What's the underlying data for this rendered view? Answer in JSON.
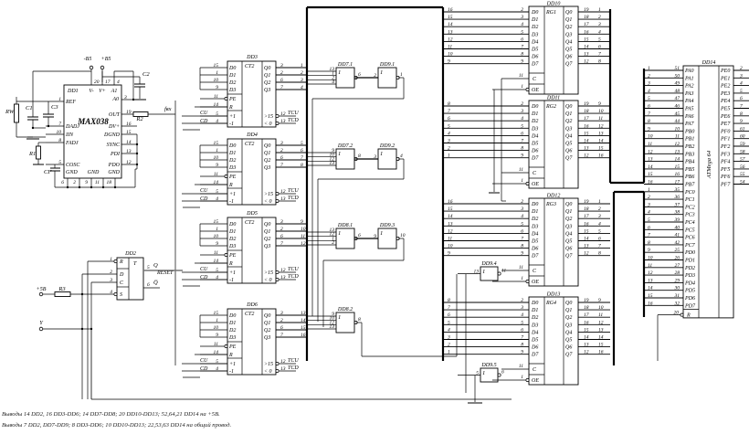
{
  "notes": [
    "Выводы 14 DD2, 16 DD3-DD6; 14 DD7-DD8; 20 DD10-DD13; 52,64,21 DD14 на +5В.",
    "Выводы 7 DD2, DD7-DD9; 8 DD3-DD6; 10 DD10-DD13; 22,53,63 DD14 на общий провод."
  ],
  "generator": {
    "name": "MAX038",
    "ref": "DD1",
    "top_pins": [
      {
        "l": "V-",
        "n": "20"
      },
      {
        "l": "V+",
        "n": "17"
      },
      {
        "l": "A1",
        "n": "4"
      }
    ],
    "a0": {
      "l": "A0",
      "n": "3"
    },
    "left_pins": [
      {
        "l": "REF",
        "n": "1"
      },
      {
        "l": "DADJ",
        "n": "7"
      },
      {
        "l": "IIN",
        "n": "10"
      },
      {
        "l": "FADJ",
        "n": "8"
      },
      {
        "l": "COSC",
        "n": "5"
      }
    ],
    "right_pins": [
      {
        "l": "OUT",
        "n": "19"
      },
      {
        "l": "DV+",
        "n": "16"
      },
      {
        "l": "DGND",
        "n": "15"
      },
      {
        "l": "SYNC",
        "n": "14"
      },
      {
        "l": "PDI",
        "n": "13"
      },
      {
        "l": "PDO",
        "n": "12"
      }
    ],
    "gnd_labels": [
      "GND",
      "GND",
      "GND"
    ],
    "gnd_pins": [
      "6",
      "2",
      "9",
      "11",
      "18"
    ],
    "supply": [
      "-В5",
      "+В5"
    ],
    "components": {
      "rw": "RW",
      "c1": "C1",
      "c3": "C3",
      "r1": "R1",
      "cf": "CF",
      "r2": "R2",
      "c2": "C2",
      "fin": "fвх"
    }
  },
  "trigger": {
    "ref": "DD2",
    "type": "T",
    "left": [
      {
        "l": "R",
        "n": "1"
      },
      {
        "l": "D",
        "n": "2"
      },
      {
        "l": "C",
        "n": "3"
      },
      {
        "l": "S",
        "n": "4"
      }
    ],
    "q": {
      "l": "Q",
      "n": "5"
    },
    "nq": {
      "l": "Q̅",
      "n": "6"
    },
    "reset": "RESET",
    "supply": "+5В",
    "r3": "R3",
    "y_input": "Y"
  },
  "counter_pins": {
    "left": [
      {
        "l": "D0",
        "n": "15"
      },
      {
        "l": "D1",
        "n": "1"
      },
      {
        "l": "D2",
        "n": "10"
      },
      {
        "l": "D3",
        "n": "9"
      },
      {
        "l": "PE",
        "n": "11"
      },
      {
        "l": "R",
        "n": "14"
      },
      {
        "l": "+1",
        "n": "5"
      },
      {
        "l": "-1",
        "n": "4"
      }
    ],
    "right": [
      {
        "l": "Q0",
        "n": "3"
      },
      {
        "l": "Q1",
        "n": "2"
      },
      {
        "l": "Q2",
        "n": "6"
      },
      {
        "l": "Q3",
        "n": "7"
      }
    ],
    "tcu": {
      "l": ">15",
      "n": "12",
      "s": "TCU"
    },
    "tcd": {
      "l": "< 0",
      "n": "13",
      "s": "TCD"
    },
    "cu": "CU",
    "cd": "CD"
  },
  "counters": [
    {
      "ref": "DD3",
      "type": "CT2",
      "bus": [
        "1",
        "2",
        "3",
        "4"
      ]
    },
    {
      "ref": "DD4",
      "type": "CT2",
      "bus": [
        "5",
        "6",
        "7",
        "8"
      ]
    },
    {
      "ref": "DD5",
      "type": "CT2",
      "bus": [
        "9",
        "10",
        "11",
        "12"
      ]
    },
    {
      "ref": "DD6",
      "type": "CT2",
      "bus": [
        "13",
        "14",
        "15",
        "16"
      ]
    }
  ],
  "gates": [
    {
      "ref": "DD7.1",
      "sym": "1",
      "ins": [
        "13",
        "1",
        "2",
        "4"
      ],
      "out": "6"
    },
    {
      "ref": "DD9.1",
      "sym": "1",
      "ins": [
        "2"
      ],
      "out": "1"
    },
    {
      "ref": "DD7.2",
      "sym": "1",
      "ins": [
        "9",
        "10",
        "12",
        "13"
      ],
      "out": "8"
    },
    {
      "ref": "DD9.2",
      "sym": "1",
      "ins": [
        "3"
      ],
      "out": "4"
    },
    {
      "ref": "DD8.1",
      "sym": "1",
      "ins": [
        "13",
        "12",
        "1",
        "2"
      ],
      "out": "6"
    },
    {
      "ref": "DD9.3",
      "sym": "1",
      "ins": [
        "9"
      ],
      "out": "10"
    },
    {
      "ref": "DD8.2",
      "sym": "1",
      "ins": [
        "9",
        "10",
        "12",
        "13"
      ],
      "out": "8"
    },
    {
      "ref": "DD9.4",
      "sym": "1",
      "ins": [
        "13"
      ],
      "out": "11"
    },
    {
      "ref": "DD9.5",
      "sym": "1",
      "ins": [
        "5"
      ],
      "out": "6"
    }
  ],
  "register_pins": {
    "d": [
      {
        "l": "D0",
        "n": "2"
      },
      {
        "l": "D1",
        "n": "3"
      },
      {
        "l": "D2",
        "n": "4"
      },
      {
        "l": "D3",
        "n": "5"
      },
      {
        "l": "D4",
        "n": "6"
      },
      {
        "l": "D5",
        "n": "7"
      },
      {
        "l": "D6",
        "n": "8"
      },
      {
        "l": "D7",
        "n": "9"
      }
    ],
    "q": [
      {
        "l": "Q0",
        "n": "19"
      },
      {
        "l": "Q1",
        "n": "18"
      },
      {
        "l": "Q2",
        "n": "17"
      },
      {
        "l": "Q3",
        "n": "16"
      },
      {
        "l": "Q4",
        "n": "15"
      },
      {
        "l": "Q5",
        "n": "14"
      },
      {
        "l": "Q6",
        "n": "13"
      },
      {
        "l": "Q7",
        "n": "12"
      }
    ],
    "c": {
      "l": "C",
      "n": "11"
    },
    "oe": {
      "l": "OE",
      "n": "1"
    }
  },
  "registers": [
    {
      "ref": "DD10",
      "type": "RG1",
      "in_bus": [
        "16",
        "15",
        "14",
        "13",
        "12",
        "11",
        "10",
        "9"
      ],
      "out_bus": [
        "1",
        "2",
        "3",
        "4",
        "5",
        "6",
        "7",
        "8"
      ]
    },
    {
      "ref": "DD11",
      "type": "RG2",
      "in_bus": [
        "8",
        "7",
        "6",
        "5",
        "4",
        "3",
        "2",
        "1"
      ],
      "out_bus": [
        "9",
        "10",
        "11",
        "12",
        "13",
        "14",
        "15",
        "16"
      ]
    },
    {
      "ref": "DD12",
      "type": "RG3",
      "in_bus": [
        "16",
        "15",
        "14",
        "13",
        "12",
        "11",
        "10",
        "9"
      ],
      "out_bus": [
        "1",
        "2",
        "3",
        "4",
        "5",
        "6",
        "7",
        "8"
      ]
    },
    {
      "ref": "DD13",
      "type": "RG4",
      "in_bus": [
        "8",
        "7",
        "6",
        "5",
        "4",
        "3",
        "2",
        "1"
      ],
      "out_bus": [
        "9",
        "10",
        "11",
        "12",
        "13",
        "14",
        "15",
        "16"
      ]
    }
  ],
  "mcu": {
    "ref": "DD14",
    "name": "ATMega 64",
    "left": [
      {
        "l": "PA0",
        "n": "51",
        "b": "1"
      },
      {
        "l": "PA1",
        "n": "50",
        "b": "2"
      },
      {
        "l": "PA2",
        "n": "49",
        "b": "3"
      },
      {
        "l": "PA3",
        "n": "48",
        "b": "4"
      },
      {
        "l": "PA4",
        "n": "47",
        "b": "5"
      },
      {
        "l": "PA5",
        "n": "46",
        "b": "6"
      },
      {
        "l": "PA6",
        "n": "45",
        "b": "7"
      },
      {
        "l": "PA7",
        "n": "44",
        "b": "8"
      },
      {
        "l": "PB0",
        "n": "10",
        "b": "9"
      },
      {
        "l": "PB1",
        "n": "11",
        "b": "10"
      },
      {
        "l": "PB2",
        "n": "12",
        "b": "11"
      },
      {
        "l": "PB3",
        "n": "13",
        "b": "12"
      },
      {
        "l": "PB4",
        "n": "14",
        "b": "13"
      },
      {
        "l": "PB5",
        "n": "15",
        "b": "14"
      },
      {
        "l": "PB6",
        "n": "16",
        "b": "15"
      },
      {
        "l": "PB7",
        "n": "17",
        "b": "16"
      },
      {
        "l": "PC0",
        "n": "35",
        "b": "1"
      },
      {
        "l": "PC1",
        "n": "36",
        "b": "2"
      },
      {
        "l": "PC2",
        "n": "37",
        "b": "3"
      },
      {
        "l": "PC3",
        "n": "38",
        "b": "4"
      },
      {
        "l": "PC4",
        "n": "39",
        "b": "5"
      },
      {
        "l": "PC5",
        "n": "40",
        "b": "6"
      },
      {
        "l": "PC6",
        "n": "41",
        "b": "7"
      },
      {
        "l": "PC7",
        "n": "42",
        "b": "8"
      },
      {
        "l": "PD0",
        "n": "25",
        "b": "9"
      },
      {
        "l": "PD1",
        "n": "26",
        "b": "10"
      },
      {
        "l": "PD2",
        "n": "27",
        "b": "11"
      },
      {
        "l": "PD3",
        "n": "28",
        "b": "12"
      },
      {
        "l": "PD4",
        "n": "29",
        "b": "13"
      },
      {
        "l": "PD5",
        "n": "30",
        "b": "14"
      },
      {
        "l": "PD6",
        "n": "31",
        "b": "15"
      },
      {
        "l": "PD7",
        "n": "32",
        "b": "16"
      }
    ],
    "reset": {
      "l": "R",
      "n": "20"
    },
    "right": [
      {
        "l": "PE0",
        "n": "2"
      },
      {
        "l": "PE1",
        "n": "3"
      },
      {
        "l": "PE2",
        "n": "4"
      },
      {
        "l": "PE3",
        "n": "5"
      },
      {
        "l": "PE4",
        "n": "6"
      },
      {
        "l": "PE5",
        "n": "7"
      },
      {
        "l": "PE6",
        "n": "8"
      },
      {
        "l": "PE7",
        "n": "9"
      },
      {
        "l": "PF0",
        "n": "61"
      },
      {
        "l": "PF1",
        "n": "60"
      },
      {
        "l": "PF2",
        "n": "59"
      },
      {
        "l": "PF3",
        "n": "58"
      },
      {
        "l": "PF4",
        "n": "57"
      },
      {
        "l": "PF5",
        "n": "56"
      },
      {
        "l": "PF6",
        "n": "55"
      },
      {
        "l": "PF7",
        "n": "54"
      }
    ]
  }
}
